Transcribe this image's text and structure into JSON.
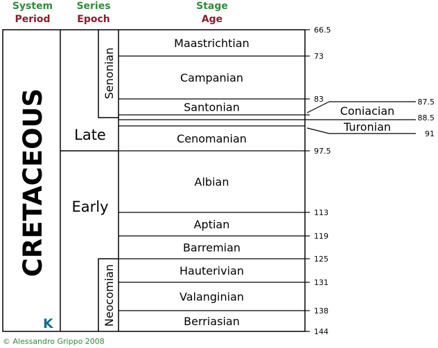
{
  "headers": {
    "system": "System",
    "period": "Period",
    "series": "Series",
    "epoch": "Epoch",
    "stage": "Stage",
    "age": "Age"
  },
  "period": {
    "name": "CRETACEOUS",
    "symbol": "K"
  },
  "epochs": [
    {
      "name": "Late",
      "start": 66.5,
      "end": 97.5
    },
    {
      "name": "Early",
      "start": 97.5,
      "end": 144
    }
  ],
  "subepochs": [
    {
      "name": "Senonian",
      "start": 66.5,
      "end": 88.5
    },
    {
      "name": "Neocomian",
      "start": 125,
      "end": 144
    }
  ],
  "stages": [
    {
      "name": "Maastrichtian",
      "start": 66.5,
      "end": 73
    },
    {
      "name": "Campanian",
      "start": 73,
      "end": 83
    },
    {
      "name": "Santonian",
      "start": 83,
      "end": 87.5
    },
    {
      "name": "Coniacian",
      "start": 87.5,
      "end": 88.5
    },
    {
      "name": "Turonian",
      "start": 88.5,
      "end": 91
    },
    {
      "name": "Cenomanian",
      "start": 91,
      "end": 97.5
    },
    {
      "name": "Albian",
      "start": 97.5,
      "end": 113
    },
    {
      "name": "Aptian",
      "start": 113,
      "end": 119
    },
    {
      "name": "Barremian",
      "start": 119,
      "end": 125
    },
    {
      "name": "Hauterivian",
      "start": 125,
      "end": 131
    },
    {
      "name": "Valanginian",
      "start": 131,
      "end": 138
    },
    {
      "name": "Berriasian",
      "start": 138,
      "end": 144
    }
  ],
  "age_labels": [
    "66.5",
    "73",
    "83",
    "87.5",
    "88.5",
    "91",
    "97.5",
    "113",
    "119",
    "125",
    "131",
    "138",
    "144"
  ],
  "copyright": "© Alessandro Grippo 2008",
  "colors": {
    "header_top": "#2e8b3c",
    "header_bottom": "#8b1a2e",
    "symbol": "#1a6e8e",
    "copyright": "#2e8b3c"
  }
}
